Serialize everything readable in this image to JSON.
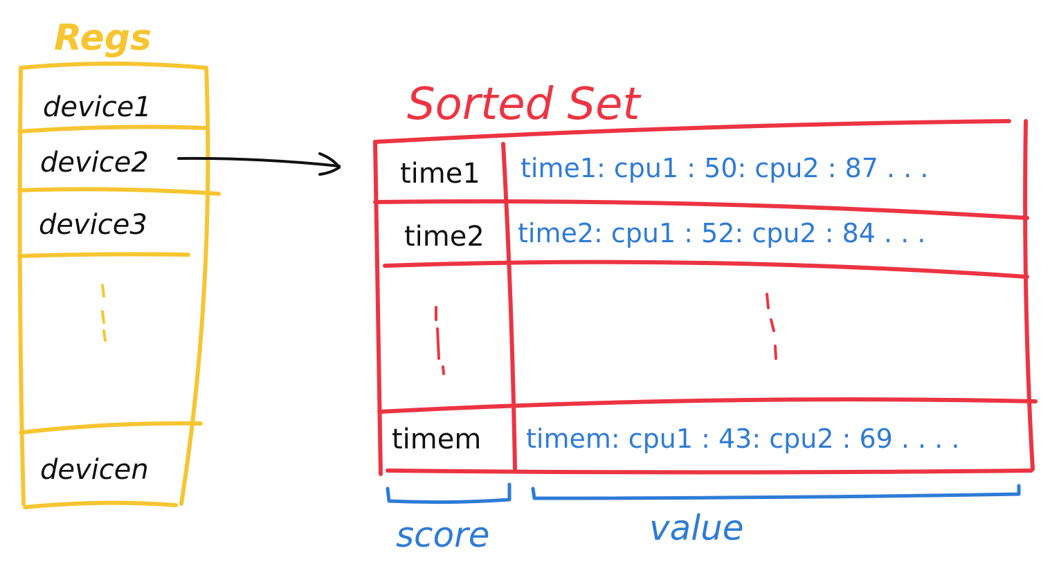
{
  "colors": {
    "keys": "#F7C531",
    "sorted_set": "#EC3442",
    "value_text": "#2E7BD6",
    "ink": "#111111"
  },
  "keys": {
    "title": "Regs",
    "items": [
      "device1",
      "device2",
      "device3",
      "devicen"
    ]
  },
  "sorted_set": {
    "title": "Sorted Set",
    "rows": [
      {
        "score": "time1",
        "value": "time1: cpu1 : 50: cpu2 : 87 . . ."
      },
      {
        "score": "time2",
        "value": "time2: cpu1 : 52: cpu2 : 84 . . ."
      },
      {
        "score": "timem",
        "value": "timem: cpu1 : 43: cpu2 : 69 . . . ."
      }
    ]
  },
  "legend": {
    "score_label": "score",
    "value_label": "value"
  },
  "icons": {
    "arrow": "arrow-right-icon",
    "ellipsis": "vertical-ellipsis-icon"
  }
}
